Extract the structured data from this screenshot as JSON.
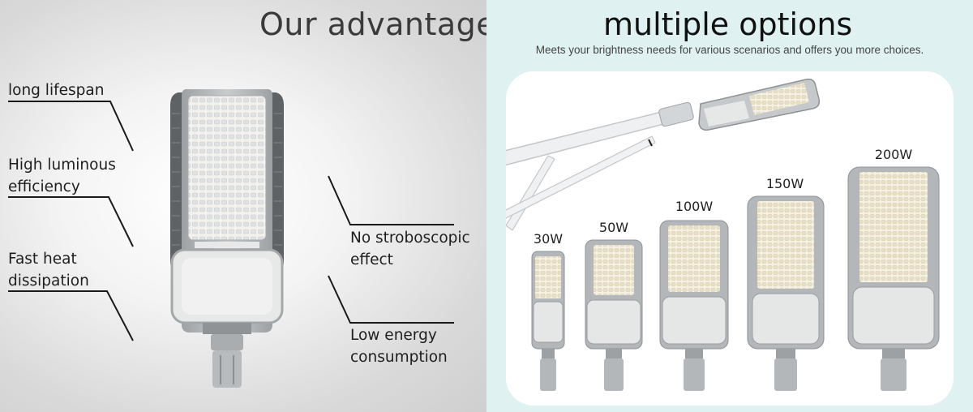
{
  "left_panel": {
    "title": "Our advantage",
    "features_left": [
      {
        "lines": [
          "long lifespan"
        ]
      },
      {
        "lines": [
          "High luminous",
          "efficiency"
        ]
      },
      {
        "lines": [
          "Fast heat",
          "dissipation"
        ]
      }
    ],
    "features_right": [
      {
        "lines": [
          "No stroboscopic",
          "effect"
        ]
      },
      {
        "lines": [
          "Low energy",
          "consumption"
        ]
      }
    ]
  },
  "right_panel": {
    "title": "multiple options",
    "subtitle": "Meets your brightness needs for various scenarios and offers you more choices.",
    "wattages": [
      "30W",
      "50W",
      "100W",
      "150W",
      "200W"
    ]
  },
  "colors": {
    "left_background": "#e6e6e6",
    "right_background": "#dff1f1",
    "lamp_body": "#b9bcbf",
    "lamp_dark_fins": "#5f6264",
    "led_panel": "#f3efe2"
  },
  "icons": [
    "street-light-large",
    "street-light-30w",
    "street-light-50w",
    "street-light-100w",
    "street-light-150w",
    "street-light-200w",
    "street-light-on-pole"
  ]
}
